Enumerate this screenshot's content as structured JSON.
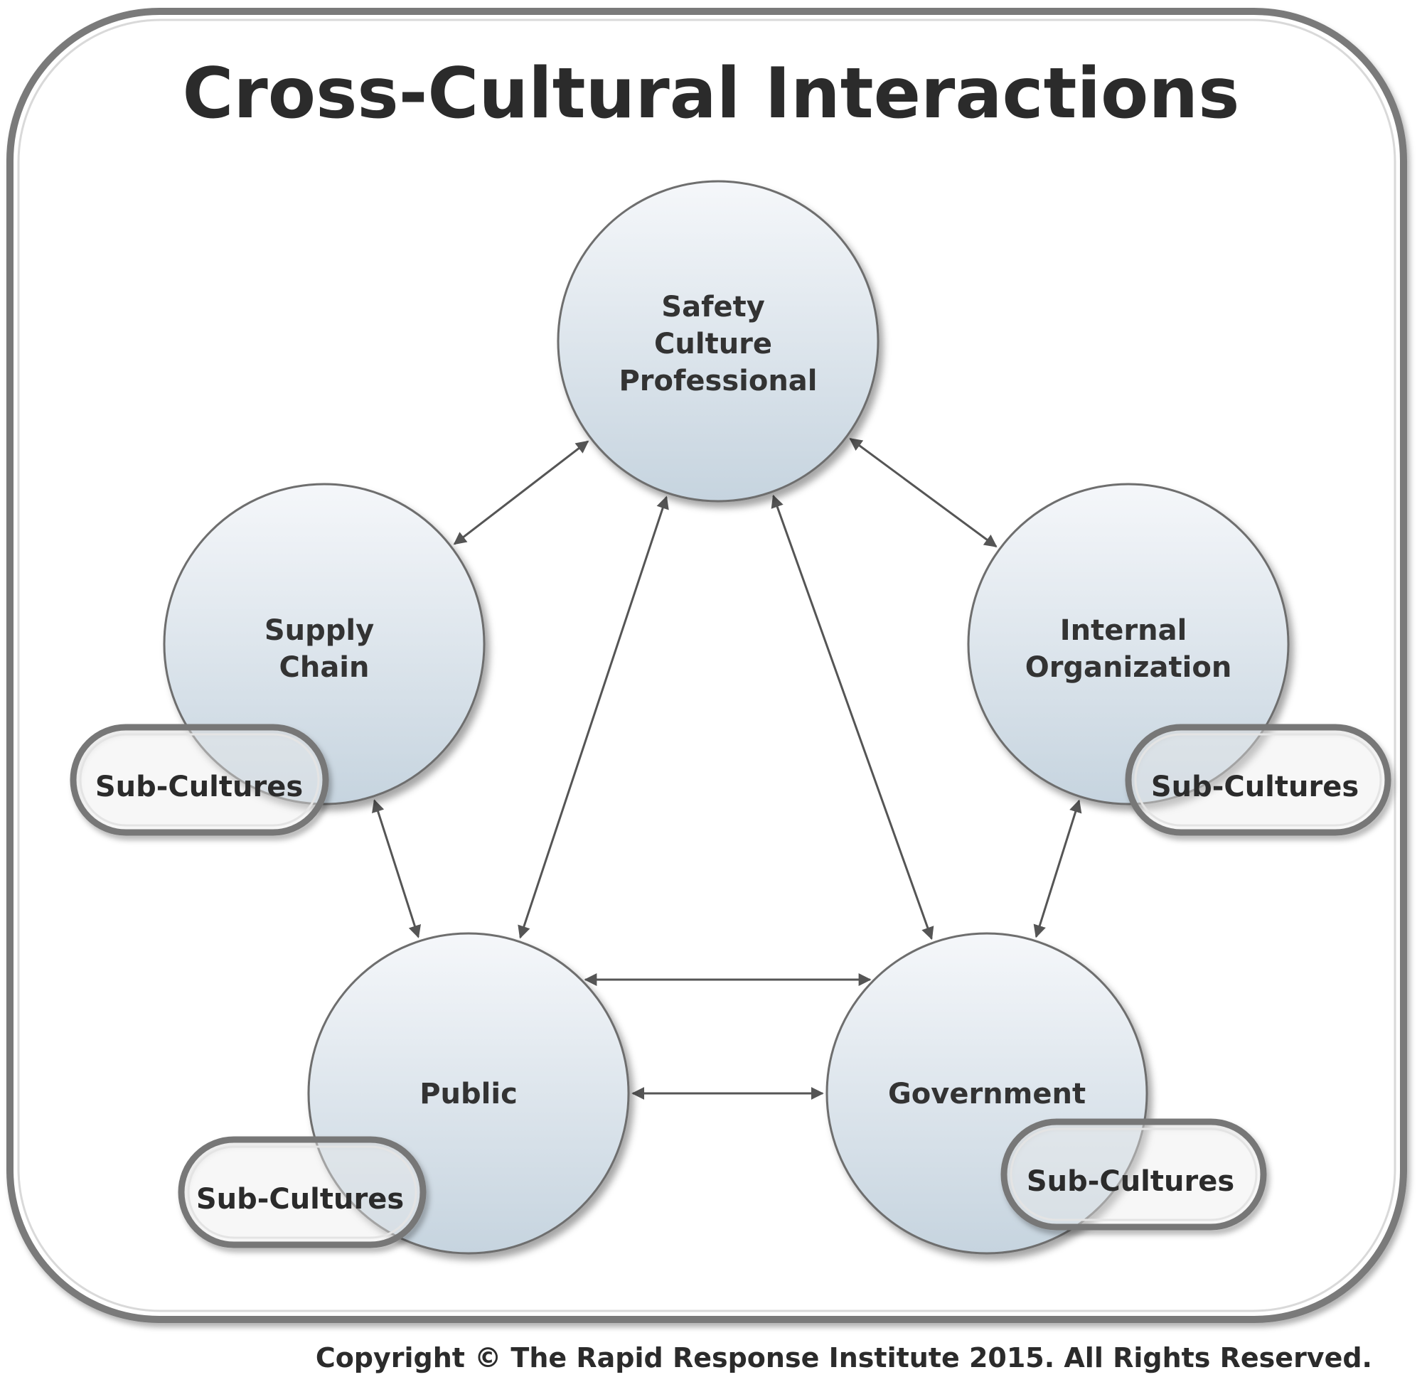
{
  "title": "Cross-Cultural Interactions",
  "nodes": {
    "safety": {
      "lines": [
        "Safety",
        "Culture",
        "Professional"
      ]
    },
    "supply": {
      "lines": [
        "Supply",
        "Chain"
      ],
      "subcultures": "Sub-Cultures"
    },
    "internal": {
      "lines": [
        "Internal",
        "Organization"
      ],
      "subcultures": "Sub-Cultures"
    },
    "public": {
      "lines": [
        "Public"
      ],
      "subcultures": "Sub-Cultures"
    },
    "government": {
      "lines": [
        "Government"
      ],
      "subcultures": "Sub-Cultures"
    }
  },
  "connections": [
    [
      "safety",
      "supply"
    ],
    [
      "safety",
      "internal"
    ],
    [
      "safety",
      "public"
    ],
    [
      "safety",
      "government"
    ],
    [
      "supply",
      "public"
    ],
    [
      "internal",
      "government"
    ],
    [
      "public",
      "government"
    ],
    [
      "public",
      "government"
    ]
  ],
  "copyright": "Copyright © The Rapid Response Institute 2015.  All Rights Reserved.",
  "colors": {
    "frame": "#7a7a7a",
    "circle_top": "#f4f6f9",
    "circle_bottom": "#c8d6e0",
    "circle_stroke": "#6e6e6e",
    "arrow": "#555555",
    "text": "#2b2b2b"
  }
}
